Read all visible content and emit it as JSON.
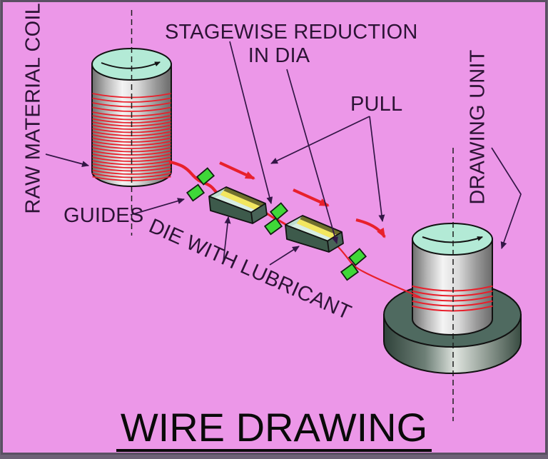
{
  "title": "WIRE DRAWING",
  "labels": {
    "raw_material_coil": "RAW MATERIAL COIL",
    "stagewise_reduction_line1": "STAGEWISE REDUCTION",
    "stagewise_reduction_line2": "IN DIA",
    "pull": "PULL",
    "guides": "GUIDES",
    "die_with_lubricant": "DIE WITH LUBRICANT",
    "drawing_unit": "DRAWING UNIT"
  },
  "colors": {
    "background": "#ec97e8",
    "label_text": "#2c1335",
    "title_text": "#0a0a0a",
    "wire": "#e8202c",
    "guide_block": "#3fd838",
    "die_body": "#3d5a4b",
    "die_lubricant_yellow": "#f2e75f",
    "die_floor": "#d8efe3",
    "cylinder_top_teal": "#b3ead6",
    "drum_top": "#4f6a60",
    "leader_line": "#331646"
  },
  "coil": {
    "winding_rows_sparse": 5,
    "winding_rows_dense": 20
  },
  "drawing_unit": {
    "wire_wraps": 5
  }
}
